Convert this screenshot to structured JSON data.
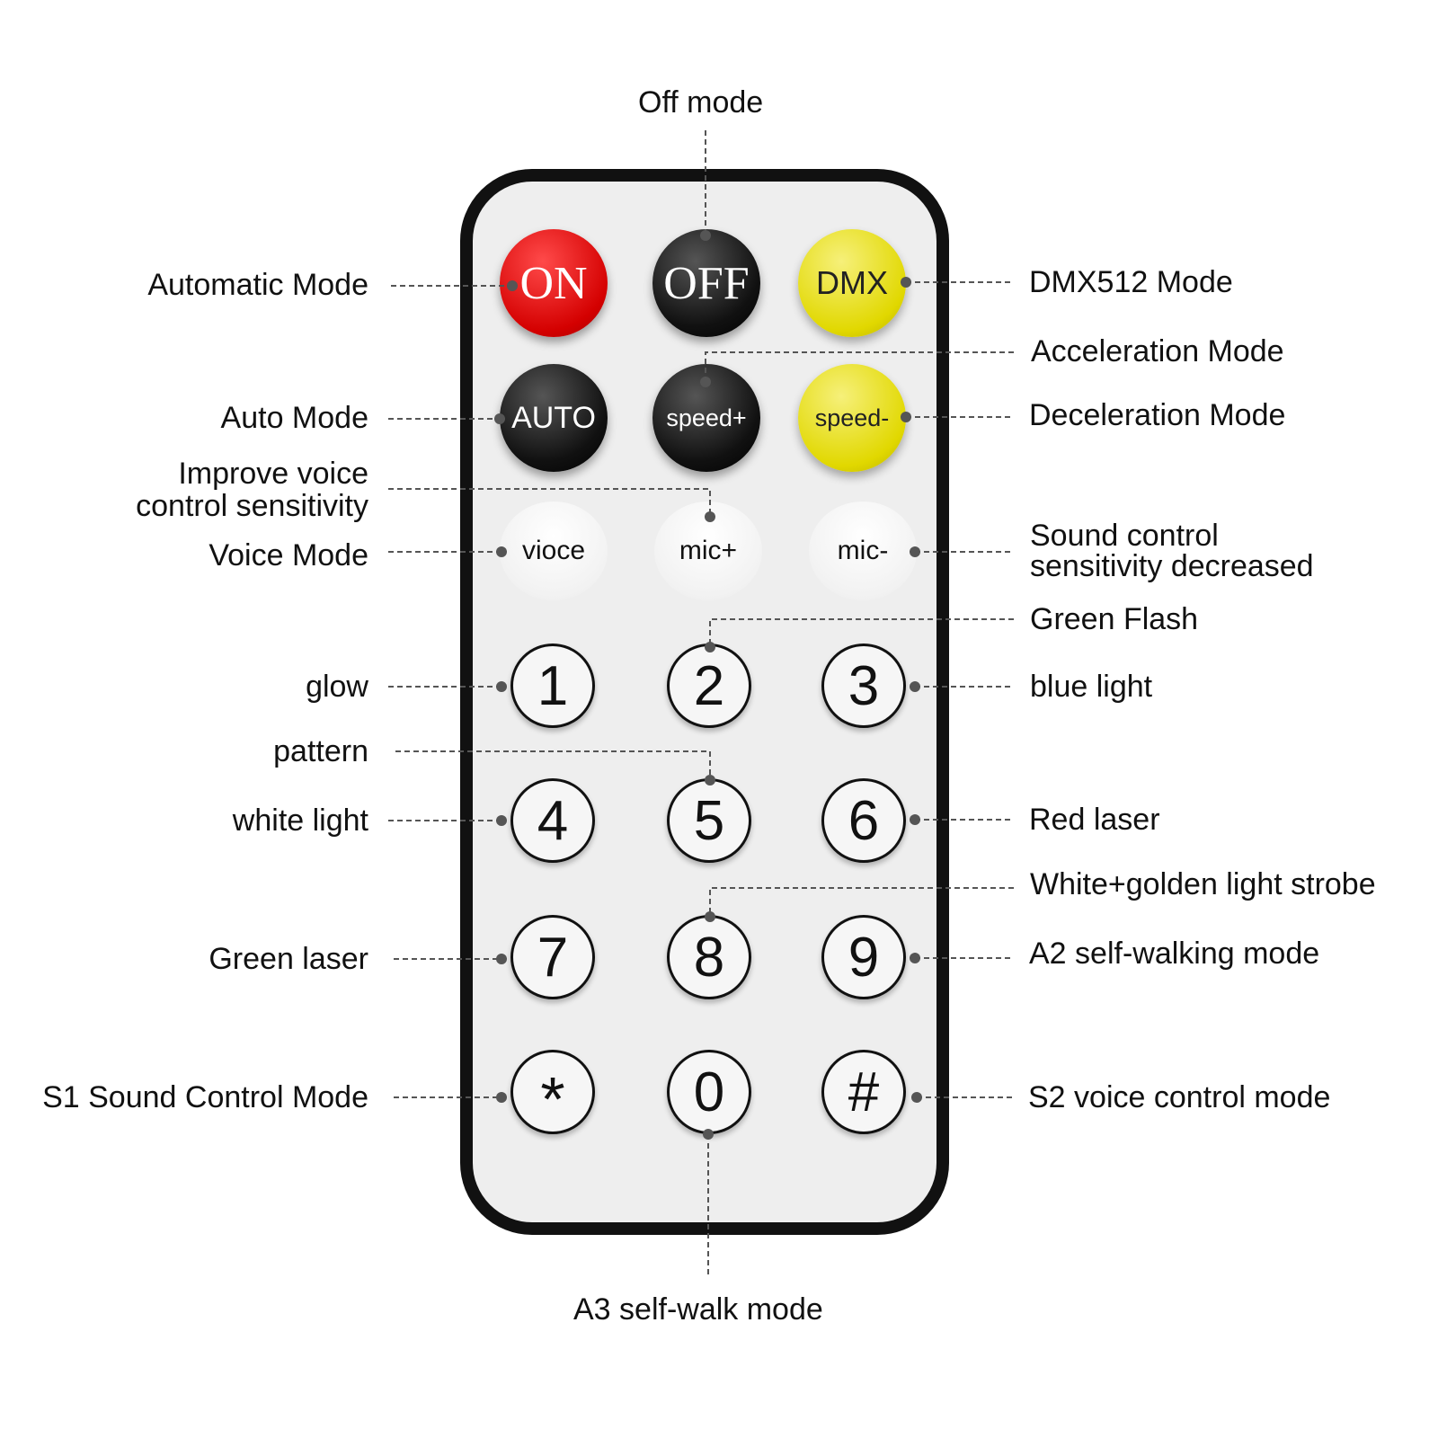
{
  "buttons": {
    "on": "ON",
    "off": "OFF",
    "dmx": "DMX",
    "auto": "AUTO",
    "speed_plus": "speed+",
    "speed_minus": "speed-",
    "vioce": "vioce",
    "mic_plus": "mic+",
    "mic_minus": "mic-",
    "n1": "1",
    "n2": "2",
    "n3": "3",
    "n4": "4",
    "n5": "5",
    "n6": "6",
    "n7": "7",
    "n8": "8",
    "n9": "9",
    "star": "*",
    "n0": "0",
    "hash": "#"
  },
  "labels": {
    "off_mode": "Off mode",
    "automatic_mode": "Automatic Mode",
    "dmx512_mode": "DMX512 Mode",
    "acceleration_mode": "Acceleration Mode",
    "auto_mode": "Auto Mode",
    "deceleration_mode": "Deceleration Mode",
    "improve_voice_1": "Improve voice",
    "improve_voice_2": "control sensitivity",
    "voice_mode": "Voice Mode",
    "sound_decreased_1": "Sound control",
    "sound_decreased_2": "sensitivity decreased",
    "green_flash": "Green Flash",
    "glow": "glow",
    "blue_light": "blue light",
    "pattern": "pattern",
    "white_light": "white light",
    "red_laser": "Red laser",
    "white_golden_strobe": "White+golden light strobe",
    "green_laser": "Green laser",
    "a2_self_walking": "A2 self-walking mode",
    "s1_sound_control": "S1 Sound Control Mode",
    "s2_voice_control": "S2 voice control mode",
    "a3_self_walk": "A3 self-walk mode"
  },
  "colors": {
    "remote_body": "#eeeeee",
    "remote_border": "#111111",
    "on_button": "#d40000",
    "black_button": "#111111",
    "yellow_button": "#e1d800",
    "leader_line": "#555555"
  }
}
